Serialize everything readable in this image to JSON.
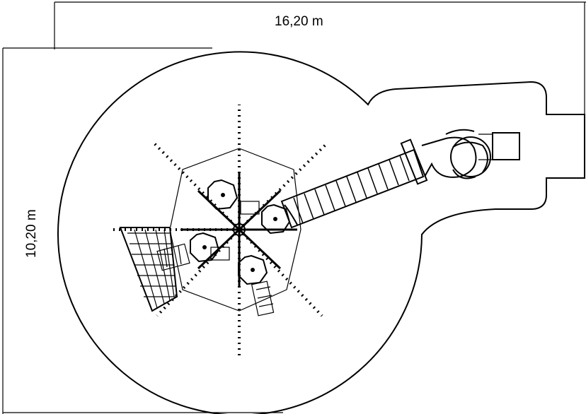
{
  "dimensions": {
    "width_label": "16,20 m",
    "height_label": "10,20 m"
  },
  "drawing": {
    "stroke_color": "#000000",
    "background_color": "#ffffff",
    "elements": [
      "safety-area-outline",
      "central-tower",
      "net-spokes",
      "climbing-net-panel",
      "tunnel-slide",
      "spiral-slide",
      "slide-exit"
    ]
  }
}
